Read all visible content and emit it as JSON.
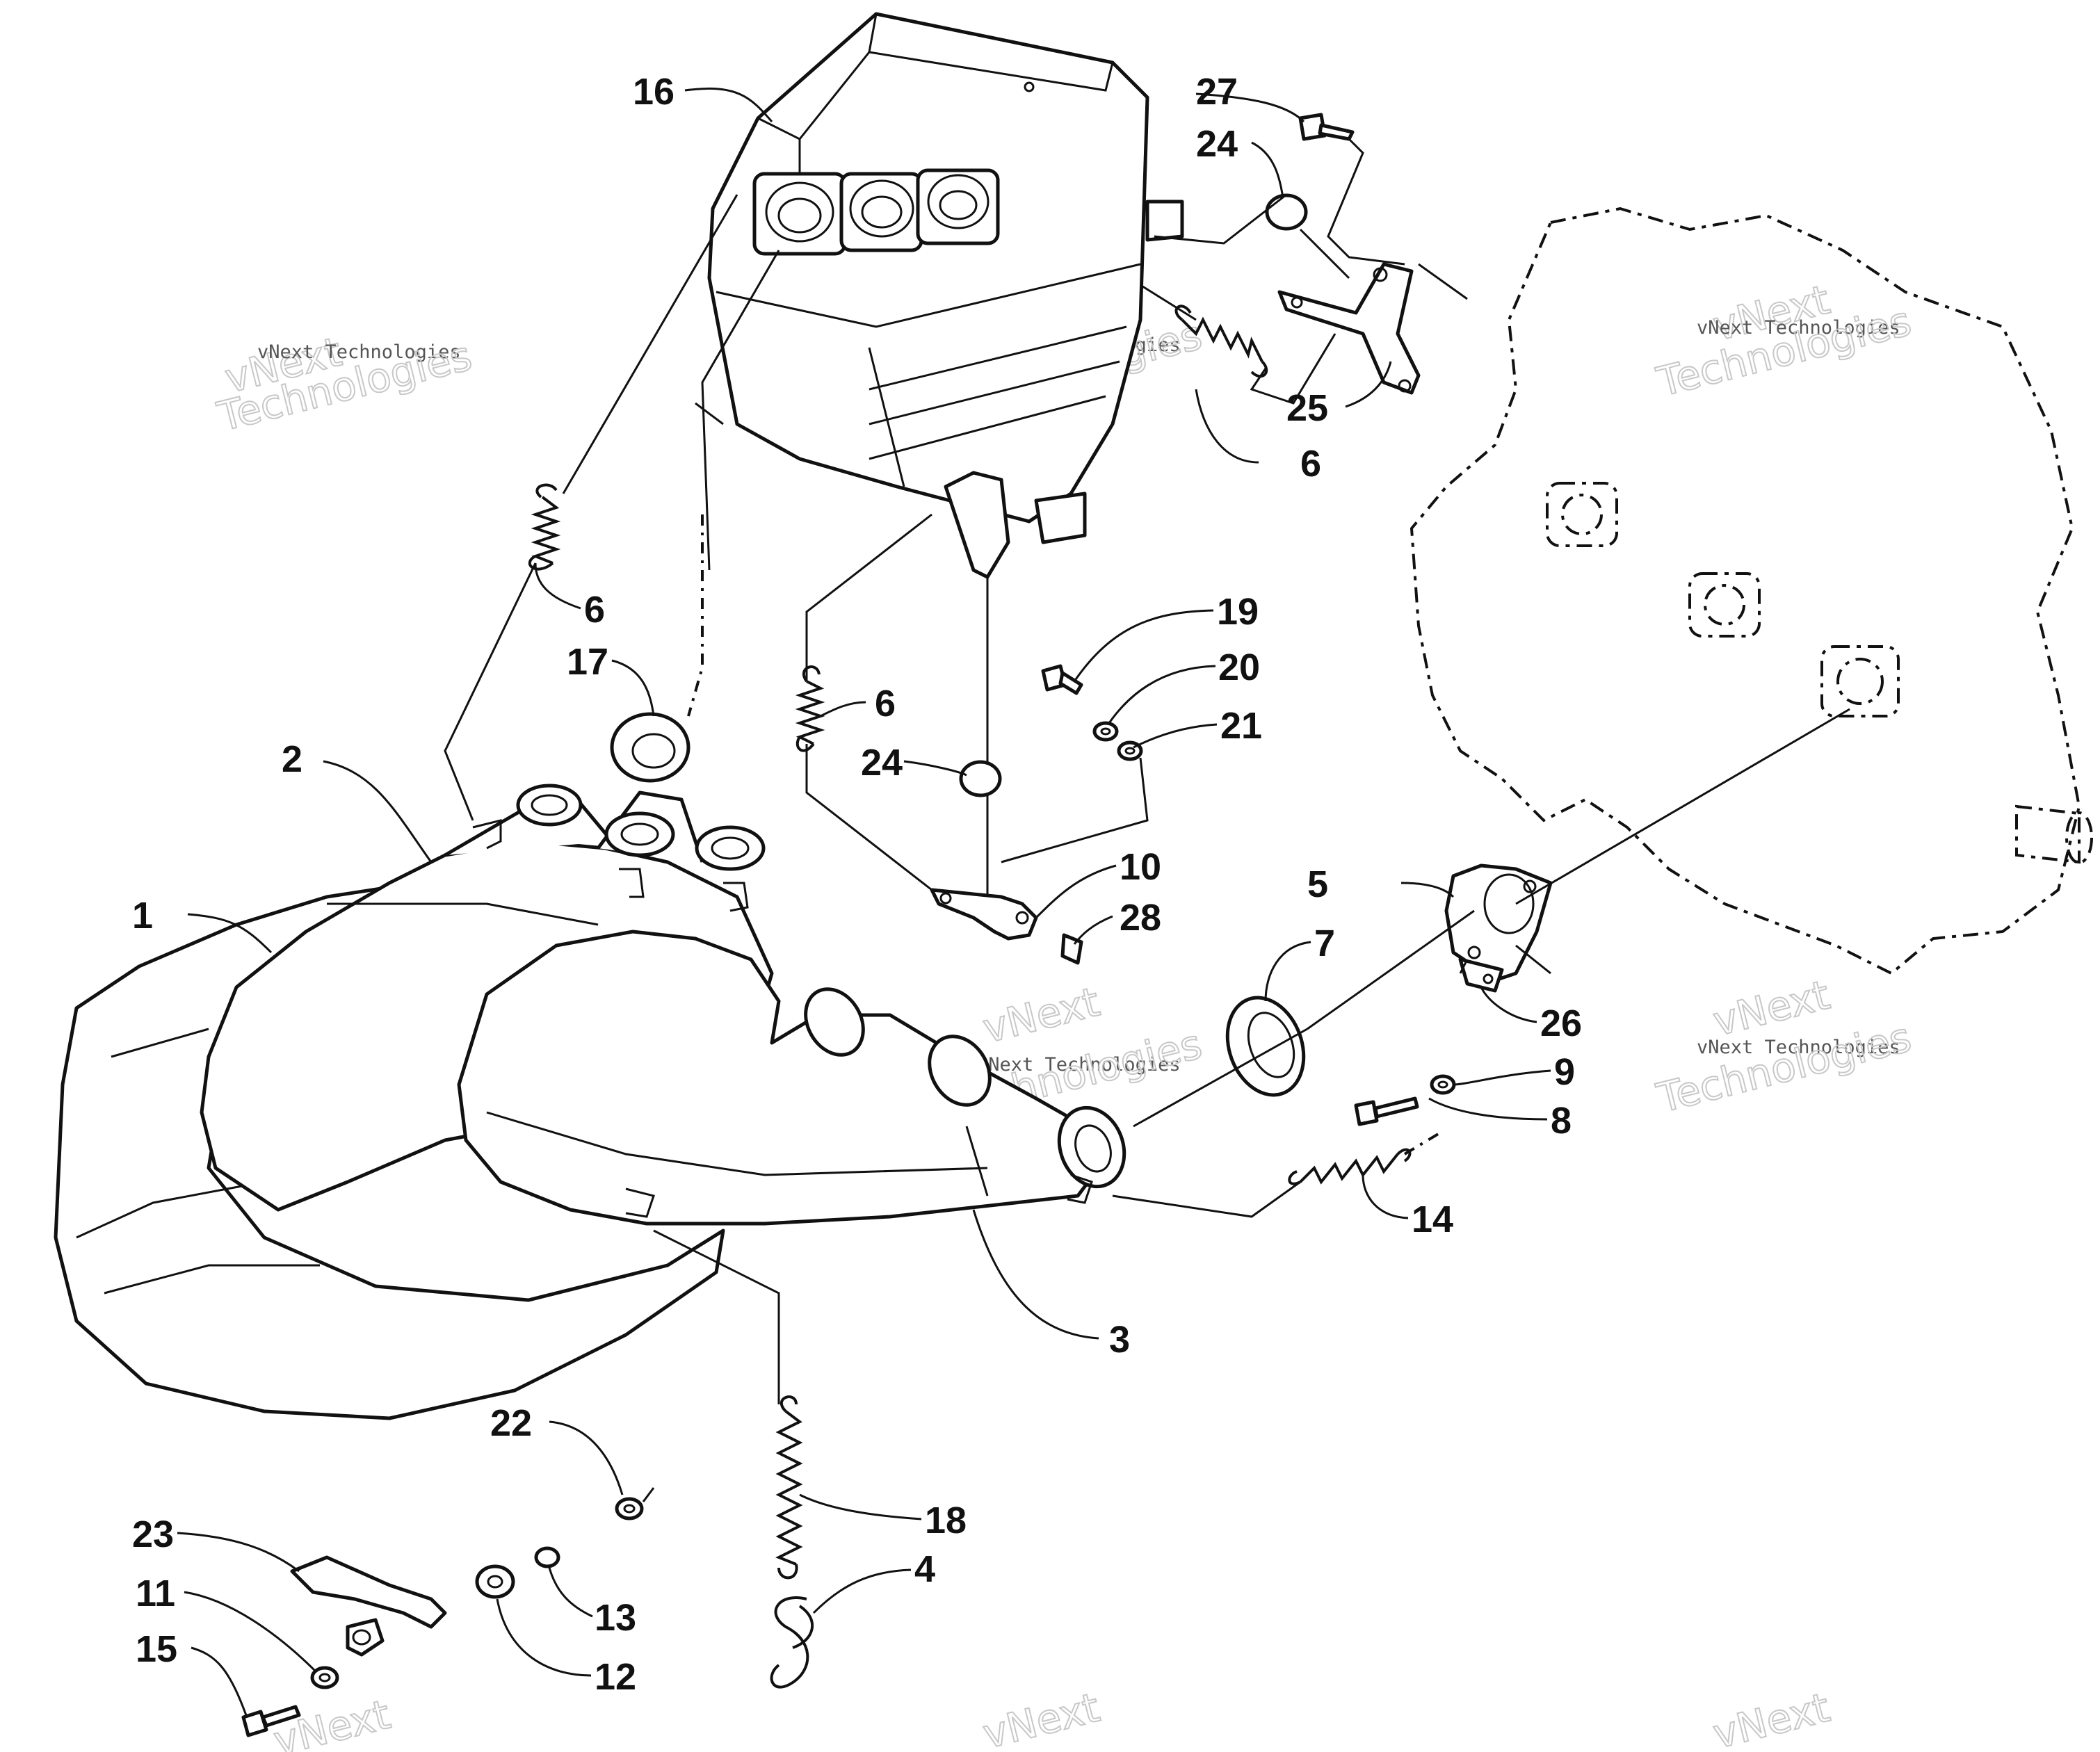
{
  "callouts": [
    {
      "id": "1",
      "text": "1"
    },
    {
      "id": "2",
      "text": "2"
    },
    {
      "id": "3",
      "text": "3"
    },
    {
      "id": "4",
      "text": "4"
    },
    {
      "id": "5",
      "text": "5"
    },
    {
      "id": "6a",
      "text": "6"
    },
    {
      "id": "6b",
      "text": "6"
    },
    {
      "id": "6c",
      "text": "6"
    },
    {
      "id": "7",
      "text": "7"
    },
    {
      "id": "8",
      "text": "8"
    },
    {
      "id": "9",
      "text": "9"
    },
    {
      "id": "10",
      "text": "10"
    },
    {
      "id": "11",
      "text": "11"
    },
    {
      "id": "12",
      "text": "12"
    },
    {
      "id": "13",
      "text": "13"
    },
    {
      "id": "14",
      "text": "14"
    },
    {
      "id": "15",
      "text": "15"
    },
    {
      "id": "16",
      "text": "16"
    },
    {
      "id": "17",
      "text": "17"
    },
    {
      "id": "18",
      "text": "18"
    },
    {
      "id": "19",
      "text": "19"
    },
    {
      "id": "20",
      "text": "20"
    },
    {
      "id": "21",
      "text": "21"
    },
    {
      "id": "22",
      "text": "22"
    },
    {
      "id": "23",
      "text": "23"
    },
    {
      "id": "24a",
      "text": "24"
    },
    {
      "id": "24b",
      "text": "24"
    },
    {
      "id": "25",
      "text": "25"
    },
    {
      "id": "26",
      "text": "26"
    },
    {
      "id": "27",
      "text": "27"
    },
    {
      "id": "28",
      "text": "28"
    }
  ],
  "watermark": {
    "line1": "vNext",
    "line2": "vNext Technologies",
    "line3": "Technologies"
  }
}
